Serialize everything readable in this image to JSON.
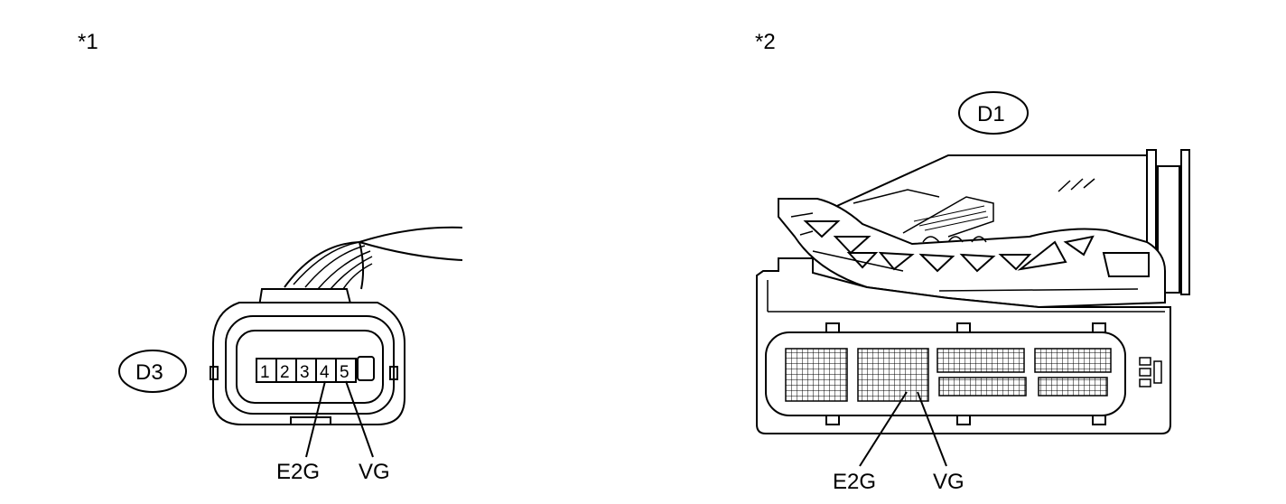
{
  "panel1": {
    "marker": "*1",
    "connector_id": "D3",
    "pins": [
      "1",
      "2",
      "3",
      "4",
      "5"
    ],
    "callouts": [
      "E2G",
      "VG"
    ]
  },
  "panel2": {
    "marker": "*2",
    "connector_id": "D1",
    "callouts": [
      "E2G",
      "VG"
    ]
  }
}
